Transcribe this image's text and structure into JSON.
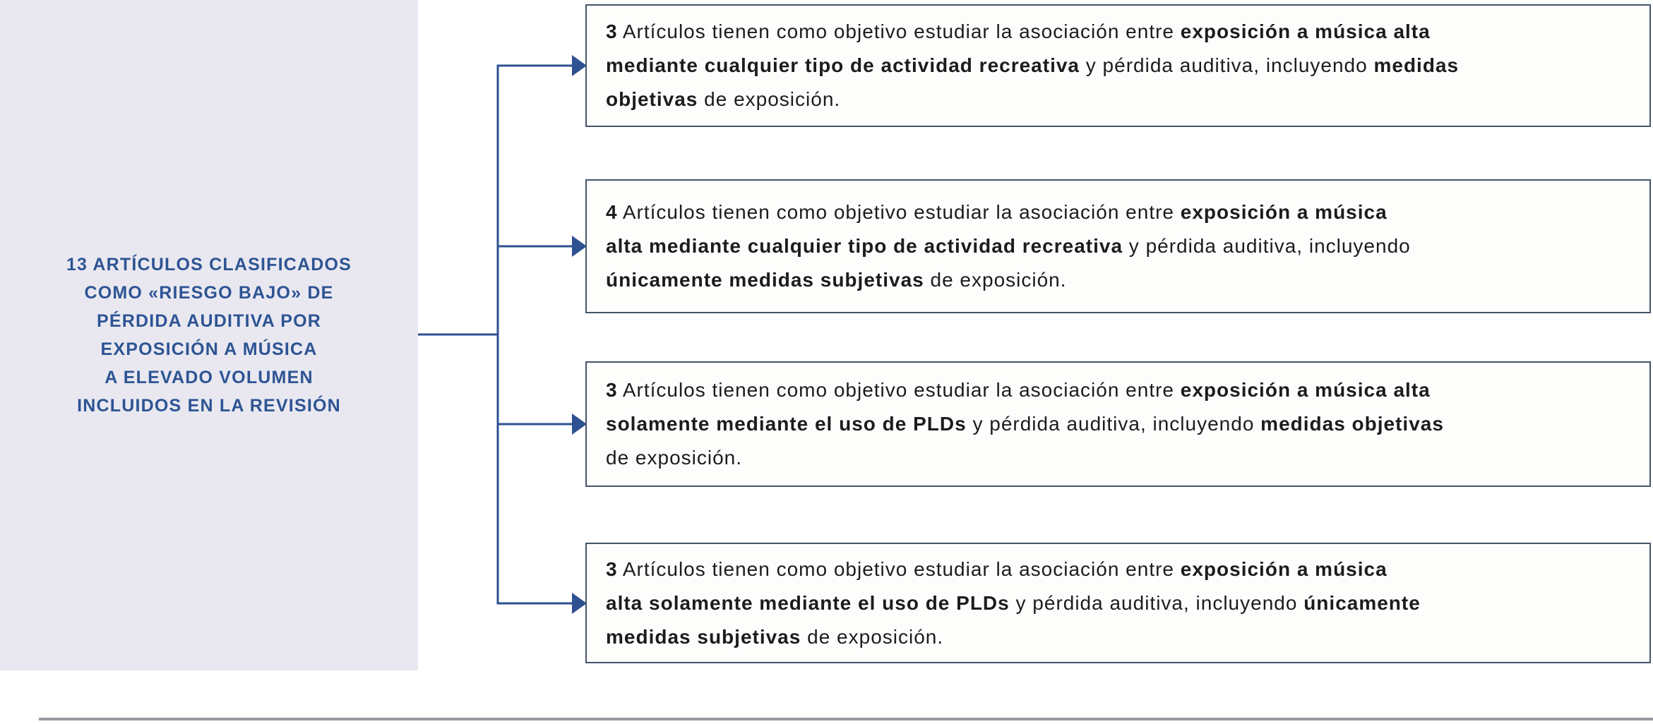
{
  "figure": {
    "type": "flow-diagram",
    "language": "es"
  },
  "colors": {
    "panel_background": "#e9e8f1",
    "panel_text_blue": "#2d5493",
    "connector_blue": "#2e5192",
    "box_border": "#44546a",
    "box_background": "#fdfdfc",
    "box_text": "#1c1c1c",
    "divider_gray": "#9a9aa0"
  },
  "left_node": {
    "label_text": "13 ARTÍCULOS CLASIFICADOS COMO «RIESGO BAJO» DE PÉRDIDA AUDITIVA POR EXPOSICIÓN A MÚSICA A ELEVADO VOLUMEN INCLUIDOS EN LA REVISIÓN",
    "label_lines": [
      "13 ARTÍCULOS CLASIFICADOS",
      "COMO «RIESGO BAJO» DE",
      "PÉRDIDA AUDITIVA POR",
      "EXPOSICIÓN A MÚSICA",
      "A ELEVADO VOLUMEN",
      "INCLUIDOS EN LA REVISIÓN"
    ]
  },
  "branches": [
    {
      "count": "3",
      "lines": [
        [
          {
            "text": "3",
            "bold": true
          },
          {
            "text": " Artículos tienen como objetivo estudiar la asociación entre ",
            "bold": false
          },
          {
            "text": "exposición a música alta",
            "bold": true
          }
        ],
        [
          {
            "text": "mediante cualquier tipo de actividad recreativa",
            "bold": true
          },
          {
            "text": " y pérdida auditiva, incluyendo ",
            "bold": false
          },
          {
            "text": "medidas",
            "bold": true
          }
        ],
        [
          {
            "text": "objetivas",
            "bold": true
          },
          {
            "text": " de exposición.",
            "bold": false
          }
        ]
      ]
    },
    {
      "count": "4",
      "lines": [
        [
          {
            "text": "4",
            "bold": true
          },
          {
            "text": " Artículos tienen como objetivo estudiar la asociación entre ",
            "bold": false
          },
          {
            "text": "exposición a música",
            "bold": true
          }
        ],
        [
          {
            "text": "alta mediante cualquier tipo de actividad recreativa",
            "bold": true
          },
          {
            "text": " y pérdida auditiva, incluyendo",
            "bold": false
          }
        ],
        [
          {
            "text": "únicamente medidas subjetivas",
            "bold": true
          },
          {
            "text": " de exposición.",
            "bold": false
          }
        ]
      ]
    },
    {
      "count": "3",
      "lines": [
        [
          {
            "text": "3",
            "bold": true
          },
          {
            "text": " Artículos tienen como objetivo estudiar la asociación entre ",
            "bold": false
          },
          {
            "text": "exposición a música alta",
            "bold": true
          }
        ],
        [
          {
            "text": "solamente mediante el uso de PLDs",
            "bold": true
          },
          {
            "text": " y pérdida auditiva, incluyendo ",
            "bold": false
          },
          {
            "text": "medidas objetivas",
            "bold": true
          }
        ],
        [
          {
            "text": "de exposición.",
            "bold": false
          }
        ]
      ]
    },
    {
      "count": "3",
      "lines": [
        [
          {
            "text": "3",
            "bold": true
          },
          {
            "text": " Artículos tienen como objetivo estudiar la asociación entre ",
            "bold": false
          },
          {
            "text": "exposición a música",
            "bold": true
          }
        ],
        [
          {
            "text": "alta solamente mediante el uso de PLDs",
            "bold": true
          },
          {
            "text": " y pérdida auditiva, incluyendo ",
            "bold": false
          },
          {
            "text": "únicamente",
            "bold": true
          }
        ],
        [
          {
            "text": "medidas subjetivas",
            "bold": true
          },
          {
            "text": " de exposición.",
            "bold": false
          }
        ]
      ]
    }
  ]
}
